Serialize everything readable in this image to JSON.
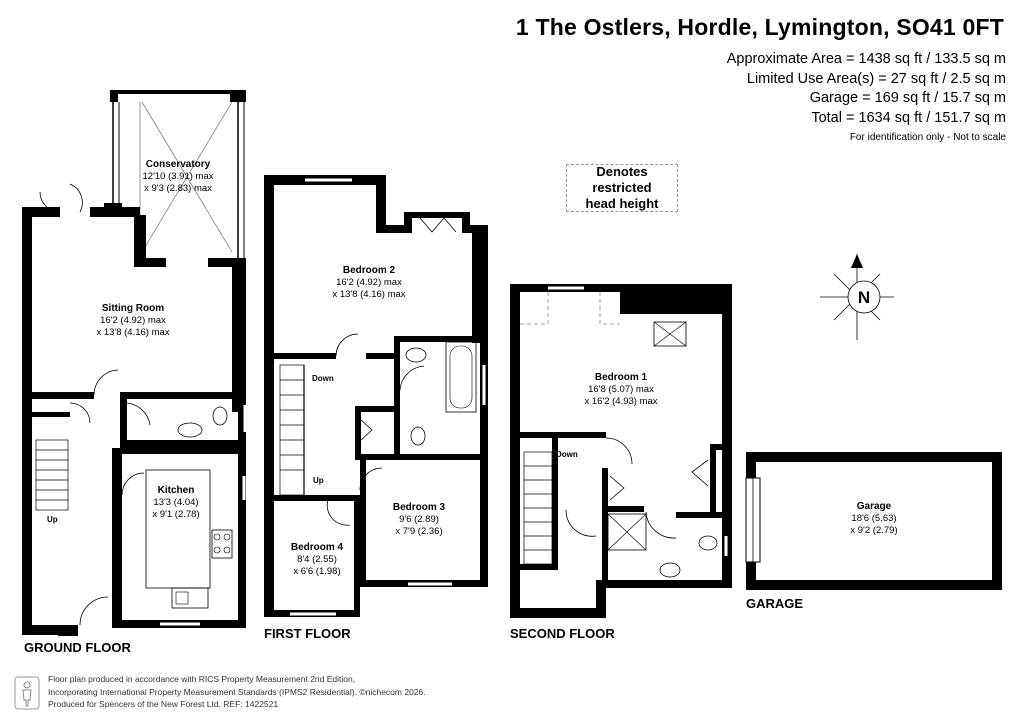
{
  "header": {
    "address": "1 The Ostlers, Hordle, Lymington, SO41 0FT",
    "areas": [
      "Approximate Area = 1438 sq ft / 133.5 sq m",
      "Limited Use Area(s) = 27 sq ft / 2.5 sq m",
      "Garage = 169 sq ft / 15.7 sq m",
      "Total = 1634 sq ft / 151.7 sq m"
    ],
    "note": "For identification only - Not to scale"
  },
  "legend": {
    "line1": "Denotes restricted",
    "line2": "head height"
  },
  "compass": {
    "letter": "N"
  },
  "floors": {
    "ground": "GROUND FLOOR",
    "first": "FIRST FLOOR",
    "second": "SECOND FLOOR",
    "garage": "GARAGE"
  },
  "rooms": {
    "conservatory": {
      "name": "Conservatory",
      "dim1": "12'10 (3.91) max",
      "dim2": "x 9'3 (2.83) max"
    },
    "sitting_room": {
      "name": "Sitting Room",
      "dim1": "16'2 (4.92) max",
      "dim2": "x 13'8 (4.16) max"
    },
    "kitchen": {
      "name": "Kitchen",
      "dim1": "13'3 (4.04)",
      "dim2": "x 9'1 (2.78)"
    },
    "bedroom2": {
      "name": "Bedroom 2",
      "dim1": "16'2 (4.92) max",
      "dim2": "x 13'8 (4.16) max"
    },
    "bedroom3": {
      "name": "Bedroom 3",
      "dim1": "9'6 (2.89)",
      "dim2": "x 7'9 (2.36)"
    },
    "bedroom4": {
      "name": "Bedroom 4",
      "dim1": "8'4 (2.55)",
      "dim2": "x 6'6 (1.98)"
    },
    "bedroom1": {
      "name": "Bedroom 1",
      "dim1": "16'8 (5.07) max",
      "dim2": "x 16'2 (4.93) max"
    },
    "garage": {
      "name": "Garage",
      "dim1": "18'6 (5.63)",
      "dim2": "x 9'2 (2.79)"
    }
  },
  "stairs": {
    "up": "Up",
    "down": "Down"
  },
  "footer": {
    "line1": "Floor plan produced in accordance with RICS Property Measurement 2nd Edition,",
    "line2": "Incorporating International Property Measurement Standards (IPMS2 Residential). ©nichecom 2026.",
    "line3": "Produced for Spencers of the New Forest Ltd.   REF:  1422521"
  }
}
